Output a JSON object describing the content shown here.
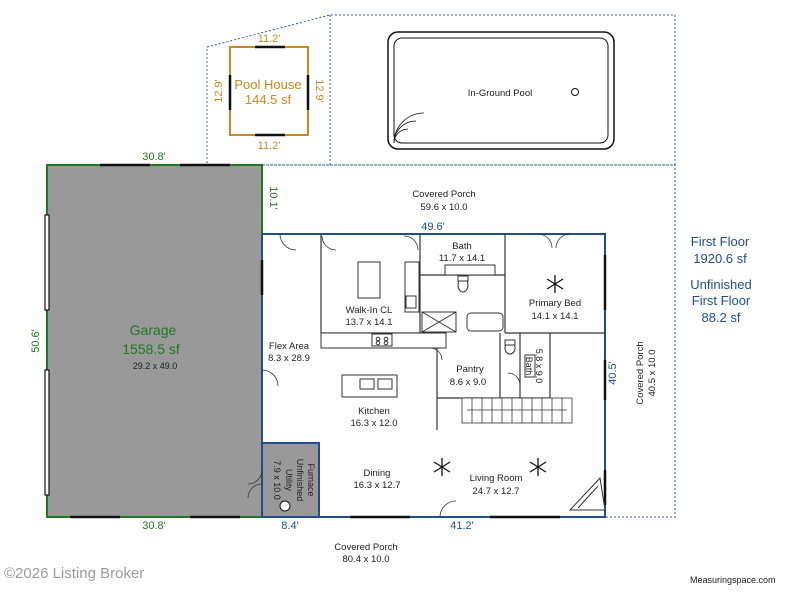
{
  "colors": {
    "wall": "#1e4f8c",
    "garage_wall": "#1e7a1e",
    "garage_fill": "#999999",
    "pool_house": "#d0861c",
    "utility_fill": "#999999",
    "dotted": "#2d5f99"
  },
  "summary": {
    "first_floor_label": "First Floor",
    "first_floor_area": "1920.6 sf",
    "unfinished_line1": "Unfinished",
    "unfinished_line2": "First Floor",
    "unfinished_area": "88.2 sf"
  },
  "pool_house": {
    "name": "Pool House",
    "area": "144.5 sf",
    "dim_top": "11.2'",
    "dim_bottom": "11.2'",
    "dim_left": "12.9'",
    "dim_right": "12.9'"
  },
  "pool": {
    "name": "In-Ground Pool"
  },
  "garage": {
    "name": "Garage",
    "area": "1558.5 sf",
    "size": "29.2 x 49.0",
    "dim_top": "30.8'",
    "dim_bottom": "30.8'",
    "dim_left": "50.6'",
    "dim_porch": "10.1'"
  },
  "rooms": {
    "covered_porch_top": {
      "name": "Covered Porch",
      "size": "59.6 x 10.0"
    },
    "covered_porch_bottom": {
      "name": "Covered Porch",
      "size": "80.4 x 10.0"
    },
    "covered_porch_right": {
      "name": "Covered Porch",
      "size": "40.5 x 10.0"
    },
    "bath": {
      "name": "Bath",
      "size": "11.7 x 14.1"
    },
    "bath2": {
      "name": "Bath",
      "size": "5.8 x 9.0"
    },
    "walk_in_closet": {
      "name": "Walk-In CL",
      "size": "13.7 x 14.1"
    },
    "primary_bed": {
      "name": "Primary Bed",
      "size": "14.1 x 14.1"
    },
    "flex_area": {
      "name": "Flex Area",
      "size": "8.3 x 28.9"
    },
    "pantry": {
      "name": "Pantry",
      "size": "8.6 x 9.0"
    },
    "kitchen": {
      "name": "Kitchen",
      "size": "16.3 x 12.0"
    },
    "dining": {
      "name": "Dining",
      "size": "16.3 x 12.7"
    },
    "living_room": {
      "name": "Living Room",
      "size": "24.7 x 12.7"
    },
    "utility": {
      "line1": "Furnace",
      "line2": "Unfinished",
      "line3": "Utility",
      "size": "7.9 x 10.0"
    }
  },
  "dimensions": {
    "house_top": "49.6'",
    "house_right": "40.5'",
    "house_bottom": "41.2'",
    "utility_bottom": "8.4'"
  },
  "footer": {
    "watermark": "©2026 Listing Broker",
    "credit": "Measuringspace.com"
  }
}
